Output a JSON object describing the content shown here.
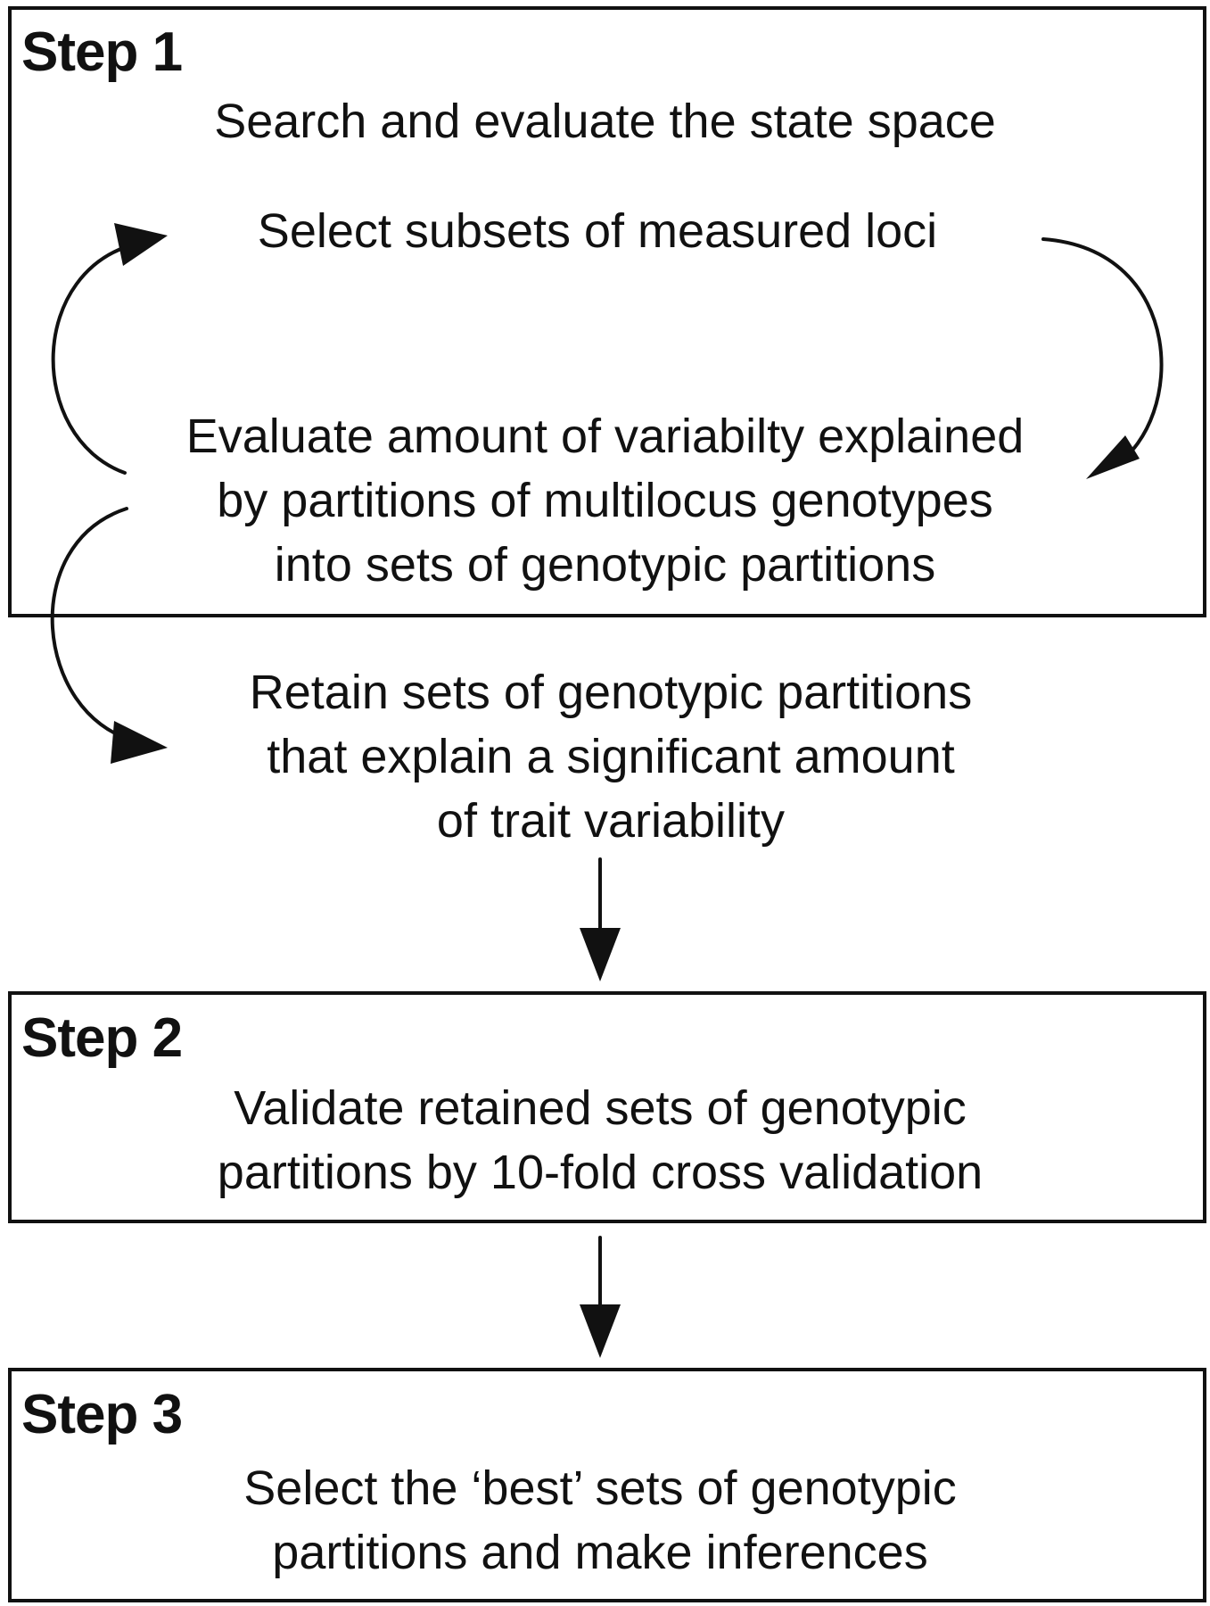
{
  "step1": {
    "title": "Step 1",
    "heading": "Search and evaluate the state space",
    "select_text": "Select subsets of measured loci",
    "evaluate_text": "Evaluate amount of variabilty explained\nby partitions of multilocus genotypes\ninto sets of genotypic partitions"
  },
  "retain_text": "Retain sets of genotypic partitions\nthat explain a significant amount\nof trait variability",
  "step2": {
    "title": "Step 2",
    "text": "Validate retained sets of genotypic\npartitions by 10-fold cross validation"
  },
  "step3": {
    "title": "Step 3",
    "text": "Select the ‘best’  sets of genotypic\npartitions and make inferences"
  }
}
